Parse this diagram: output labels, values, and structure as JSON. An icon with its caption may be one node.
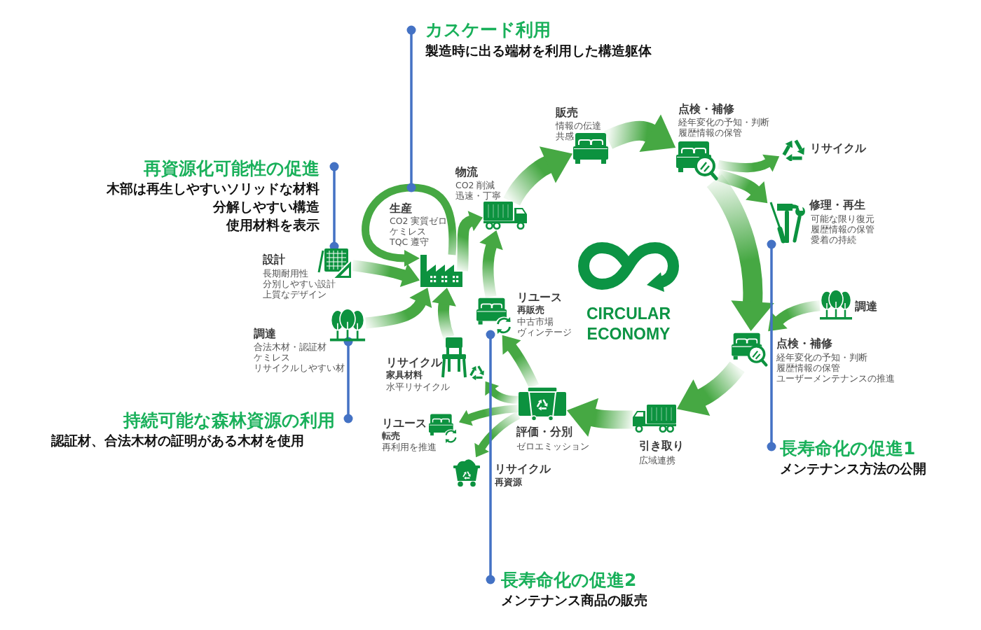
{
  "diagram": {
    "nodes": [
      {
        "text": [
          "カスケード利用",
          "製造時に出る端材を利用した構造躯体"
        ]
      },
      {
        "text": [],
        "shape": "picture",
        "beside": [
          "販売",
          "情報の伝達",
          "共感"
        ]
      },
      {
        "text": [],
        "shape": "picture",
        "beside": [
          "点検・補修",
          "経年変化の予知・判断",
          "履歴情報の保管"
        ]
      },
      {
        "text": [],
        "shape": "picture",
        "beside": [
          "リサイクル"
        ]
      },
      {
        "text": [
          "再資源化可能性の促進",
          "木部は再生しやすいソリッドな材料",
          "分解しやすい構造",
          "使用材料を表示"
        ]
      },
      {
        "text": [],
        "shape": "picture",
        "beside": [
          "物流",
          "CO2 削減",
          "迅速・丁寧"
        ]
      },
      {
        "text": [],
        "shape": "picture",
        "beside": [
          "修理・再生",
          "可能な限り復元",
          "履歴情報の保管",
          "愛着の持続"
        ]
      },
      {
        "text": [],
        "shape": "picture",
        "beside": [
          "生産",
          "CO2 実質ゼロ",
          "ケミレス",
          "TQC 遵守"
        ]
      },
      {
        "text": [],
        "shape": "picture",
        "beside": [
          "設計",
          "長期耐用性",
          "分別しやすい設計",
          "上質なデザイン"
        ]
      },
      {
        "text": [],
        "shape": "picture",
        "beside": [
          "リユース",
          "再販売",
          "中古市場",
          "ヴィンテージ"
        ]
      },
      {
        "text": [],
        "shape": "picture",
        "beside": [
          "調達"
        ]
      },
      {
        "text": [],
        "shape": "picture",
        "beside": [
          "調達",
          "合法木材・認証材",
          "ケミレス",
          "リサイクルしやすい材"
        ]
      },
      {
        "text": [],
        "shape": "picture",
        "beside": [
          "点検・補修",
          "経年変化の予知・判断",
          "履歴情報の保管",
          "ユーザーメンテナンスの推進"
        ]
      },
      {
        "text": [],
        "shape": "picture",
        "beside": [
          "リサイクル",
          "家具材料",
          "水平リサイクル"
        ]
      },
      {
        "text": [
          "持続可能な森林資源の利用",
          "認証材、合法木材の証明がある木材を使用"
        ]
      },
      {
        "text": [],
        "shape": "picture",
        "beside": [
          "リユース",
          "転売",
          "再利用を推進"
        ]
      },
      {
        "text": [],
        "shape": "picture",
        "beside": [
          "評価・分別",
          "ゼロエミッション"
        ]
      },
      {
        "text": [],
        "shape": "picture",
        "beside": [
          "引き取り",
          "広域連携"
        ]
      },
      {
        "text": [
          "長寿命化の促進1",
          "メンテナンス方法の公開"
        ]
      },
      {
        "text": [],
        "shape": "picture",
        "beside": [
          "リサイクル",
          "再資源"
        ]
      },
      {
        "text": [
          "長寿命化の促進2",
          "メンテナンス商品の販売"
        ]
      }
    ],
    "edges": [
      {
        "from": 8,
        "to": 7,
        "arrow": "to"
      },
      {
        "from": 11,
        "to": 7,
        "arrow": "to"
      },
      {
        "from": 13,
        "to": 7,
        "arrow": "to"
      },
      {
        "from": 7,
        "to": 7,
        "arrow": "to"
      },
      {
        "from": 7,
        "to": 5,
        "arrow": "to"
      },
      {
        "from": 9,
        "to": 5,
        "arrow": "to"
      },
      {
        "from": 5,
        "to": 1,
        "arrow": "to"
      },
      {
        "from": 1,
        "to": 2,
        "arrow": "to"
      },
      {
        "from": 2,
        "to": 3,
        "arrow": "to"
      },
      {
        "from": 2,
        "to": 6,
        "arrow": "to"
      },
      {
        "from": 2,
        "to": 12,
        "arrow": "to"
      },
      {
        "from": 10,
        "to": 12,
        "arrow": "to"
      },
      {
        "from": 12,
        "to": 17,
        "arrow": "to"
      },
      {
        "from": 17,
        "to": 16,
        "arrow": "to"
      },
      {
        "from": 16,
        "to": 15,
        "arrow": "to"
      },
      {
        "from": 16,
        "to": 19,
        "arrow": "to"
      },
      {
        "from": 16,
        "to": 9,
        "arrow": "to"
      },
      {
        "from": 16,
        "to": 13,
        "arrow": "to"
      },
      {
        "from": 0,
        "to": 7,
        "arrow": "other",
        "color": "#4472c4"
      },
      {
        "from": 4,
        "to": 8,
        "arrow": "other",
        "color": "#4472c4"
      },
      {
        "from": 14,
        "to": 11,
        "arrow": "other",
        "color": "#4472c4"
      },
      {
        "from": 18,
        "to": 6,
        "arrow": "other",
        "color": "#4472c4"
      },
      {
        "from": 20,
        "to": 9,
        "arrow": "other",
        "color": "#4472c4"
      }
    ],
    "labels": [
      "CIRCULAR ECONOMY"
    ]
  }
}
